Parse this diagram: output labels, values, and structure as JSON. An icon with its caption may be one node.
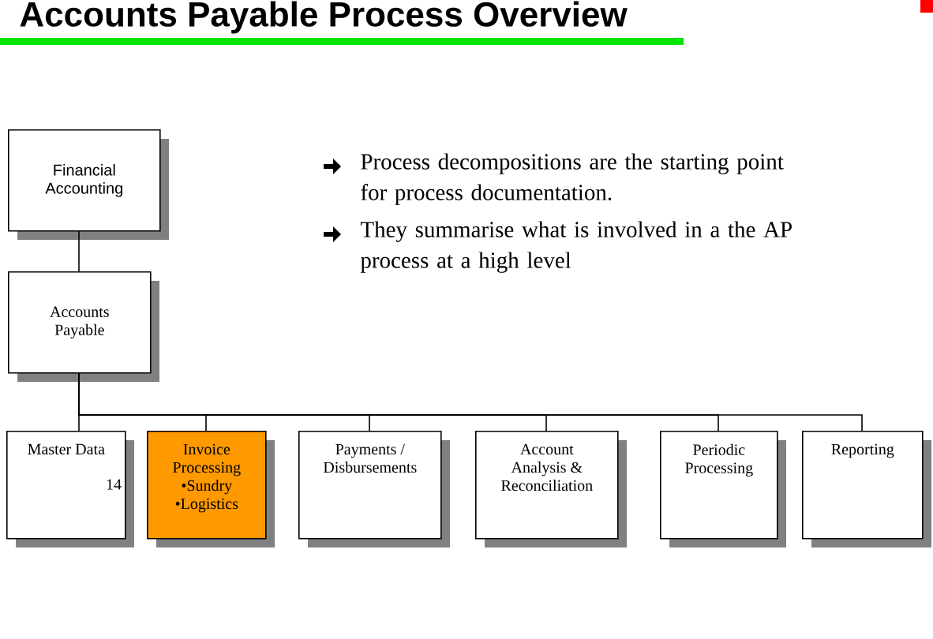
{
  "diagram": {
    "title": "Accounts Payable Process Overview",
    "nodes": [
      {
        "text": [
          "Financial Accounting"
        ]
      },
      {
        "text": [
          "Accounts Payable"
        ]
      },
      {
        "text": [
          "Master Data"
        ]
      },
      {
        "text": [
          "Invoice Processing",
          "•Sundry",
          "•Logistics"
        ]
      },
      {
        "text": [
          "Payments / Disbursements"
        ]
      },
      {
        "text": [
          "Account Analysis & Reconciliation"
        ]
      },
      {
        "text": [
          "Periodic Processing"
        ]
      },
      {
        "text": [
          "Reporting"
        ]
      }
    ],
    "edges": [
      {
        "from": 0,
        "to": 1,
        "arrow": "none"
      },
      {
        "from": 1,
        "to": 2,
        "arrow": "none"
      },
      {
        "from": 1,
        "to": 3,
        "arrow": "none"
      },
      {
        "from": 1,
        "to": 4,
        "arrow": "none"
      },
      {
        "from": 1,
        "to": 5,
        "arrow": "none"
      },
      {
        "from": 1,
        "to": 6,
        "arrow": "none"
      },
      {
        "from": 1,
        "to": 7,
        "arrow": "none"
      }
    ],
    "labels": [
      "Process decompositions are the starting point for process documentation.",
      "They summarise what is involved in a the AP process at a high level",
      "14"
    ]
  }
}
